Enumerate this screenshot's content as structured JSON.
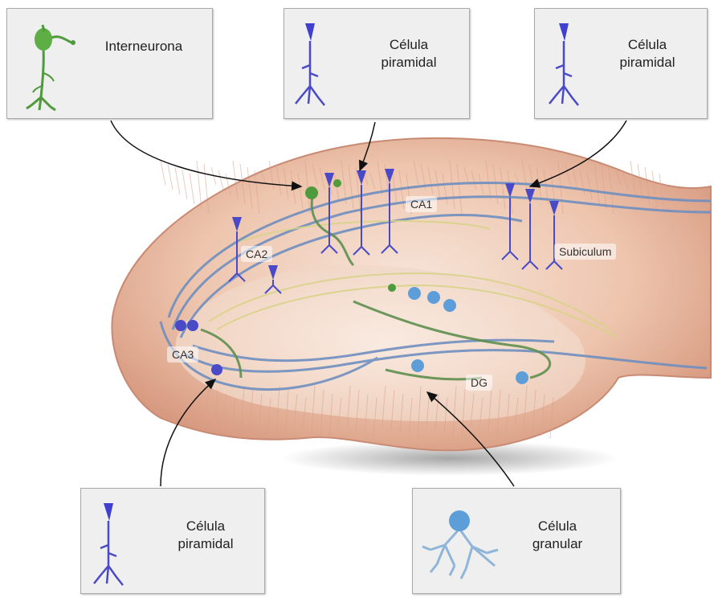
{
  "labels": {
    "interneurona": "Interneurona",
    "piramidal_1": "Célula\npiramidal",
    "piramidal_2": "Célula\npiramidal",
    "piramidal_3": "Célula\npiramidal",
    "granular": "Célula\ngranular"
  },
  "regions": {
    "ca1": "CA1",
    "ca2": "CA2",
    "ca3": "CA3",
    "subiculum": "Subiculum",
    "dg": "DG"
  },
  "colors": {
    "tissue": "#e9b9a2",
    "tissue_edge": "#c58770",
    "pyramidal": "#4a49c8",
    "interneuron": "#4e9a3c",
    "granular": "#5d9ed8",
    "fiber_blue": "#6f8fc0",
    "fiber_green": "#5f8f4f",
    "fiber_yellow": "#d9d38a"
  }
}
